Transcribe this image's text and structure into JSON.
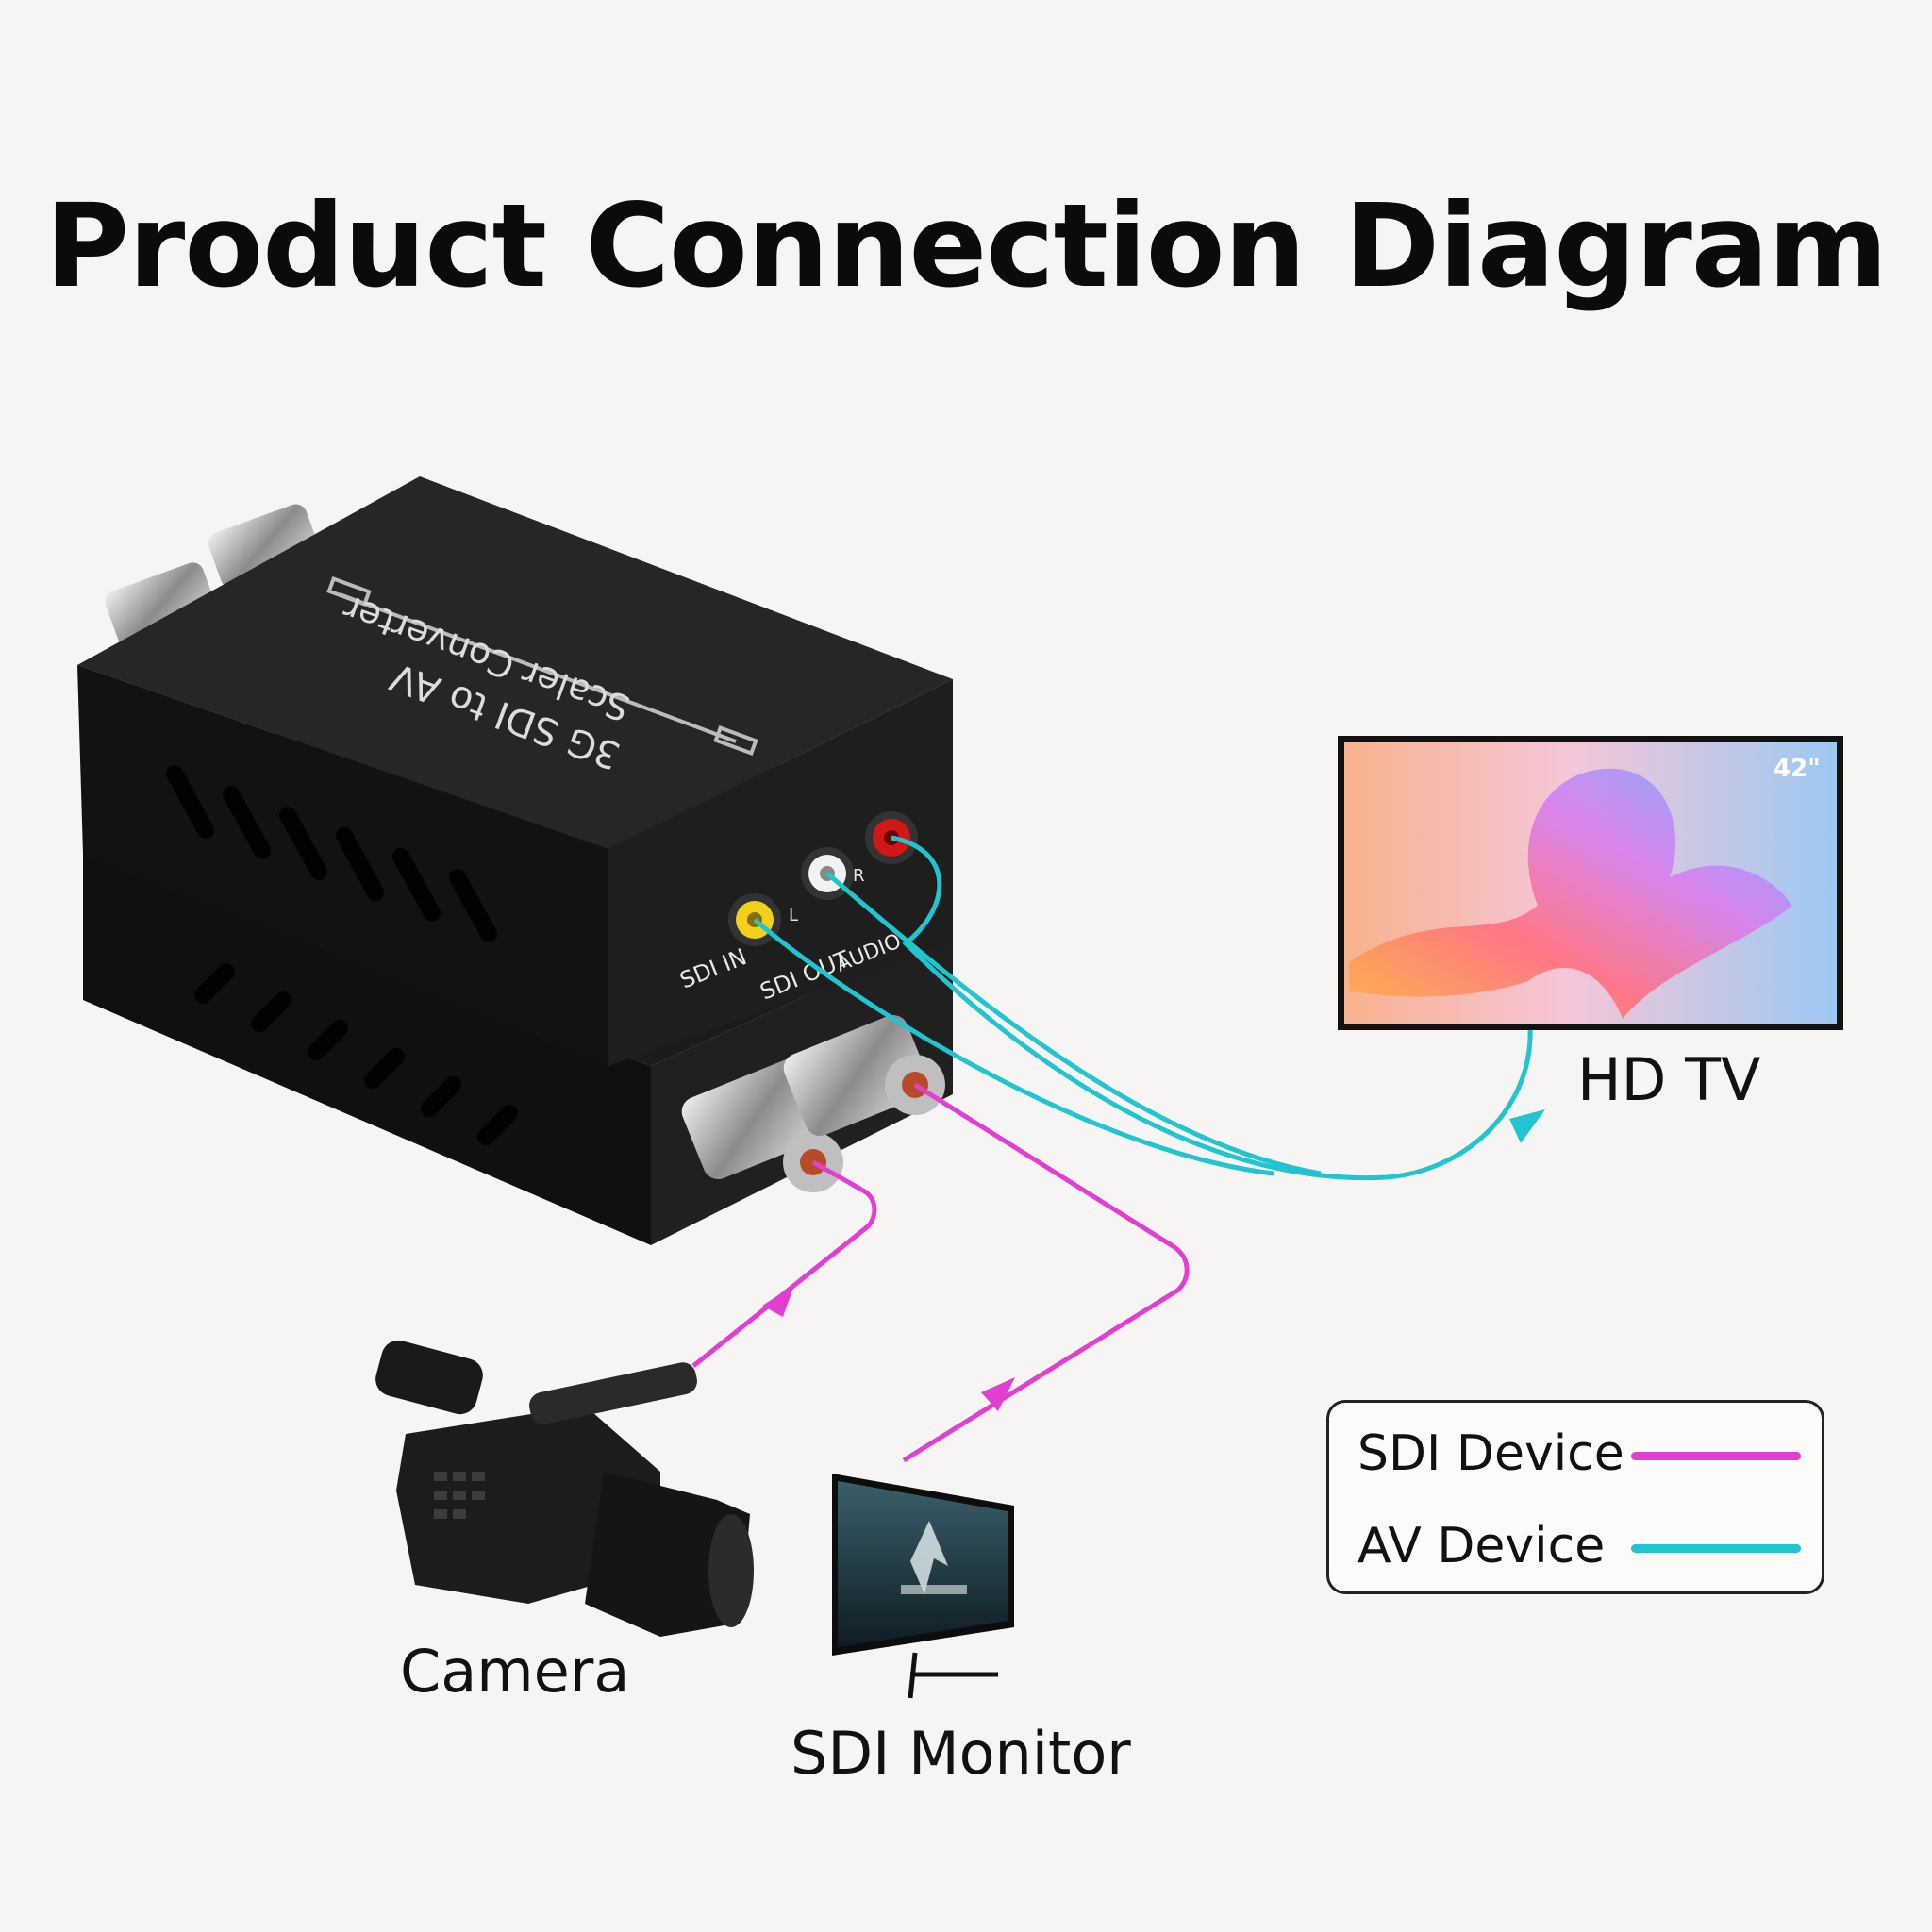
{
  "title": "Product Connection Diagram",
  "device": {
    "top_text_line1": "3G SDI to AV",
    "top_text_line2": "Scaler Converter",
    "port_labels": [
      "SDI IN",
      "SDI OUT",
      "AUDIO",
      "L",
      "R"
    ]
  },
  "labels": {
    "hdtv": "HD TV",
    "camera": "Camera",
    "sdi_monitor": "SDI Monitor",
    "tv_size": "42\""
  },
  "legend": {
    "sdi_device": "SDI Device",
    "av_device": "AV Device",
    "sdi_color": "#e23fd2",
    "av_color": "#21c4cf"
  }
}
